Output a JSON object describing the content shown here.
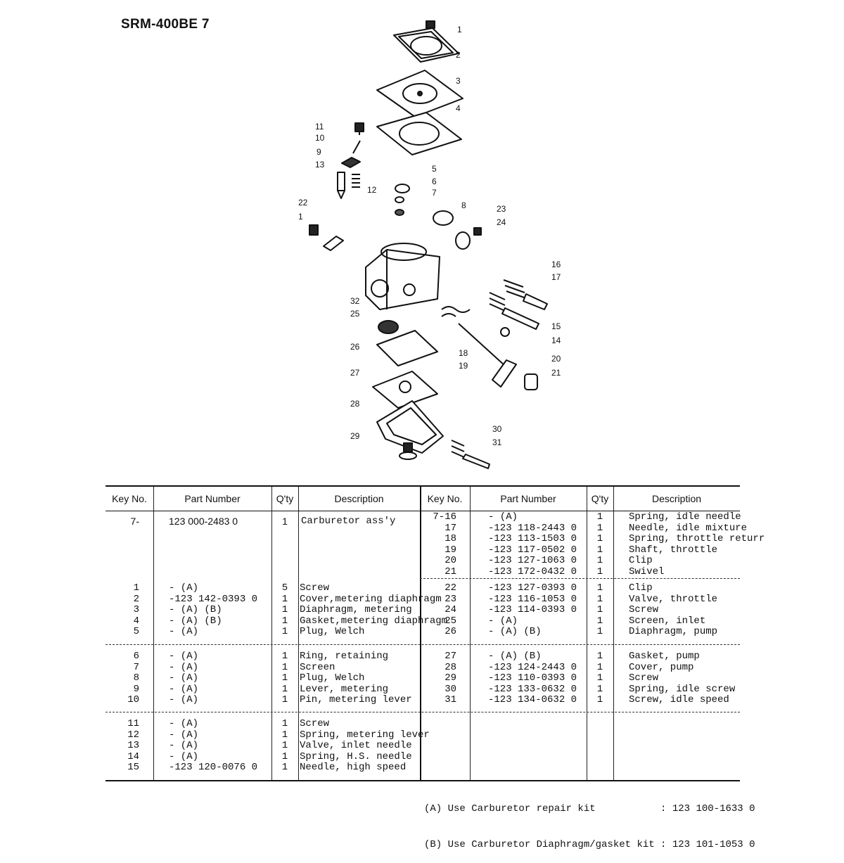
{
  "page_title": "SRM-400BE 7",
  "diagram": {
    "callouts": [
      "1",
      "2",
      "3",
      "4",
      "5",
      "6",
      "7",
      "8",
      "9",
      "10",
      "11",
      "12",
      "13",
      "14",
      "15",
      "16",
      "17",
      "18",
      "19",
      "20",
      "21",
      "22",
      "1",
      "23",
      "24",
      "25",
      "26",
      "27",
      "28",
      "29",
      "30",
      "31",
      "32"
    ]
  },
  "table": {
    "headers": {
      "key_no": "Key No.",
      "part_number": "Part Number",
      "qty": "Q'ty",
      "description": "Description"
    },
    "left_groups": [
      {
        "rows": [
          {
            "key": "7-",
            "part": "123 000-2483 0",
            "qty": "1",
            "desc": "Carburetor ass'y"
          }
        ]
      },
      {
        "rows": [
          {
            "key": "1",
            "part": "- (A)",
            "qty": "5",
            "desc": "Screw"
          },
          {
            "key": "2",
            "part": "-123 142-0393 0",
            "qty": "1",
            "desc": "Cover,metering diaphragm"
          },
          {
            "key": "3",
            "part": "- (A) (B)",
            "qty": "1",
            "desc": "Diaphragm, metering"
          },
          {
            "key": "4",
            "part": "- (A) (B)",
            "qty": "1",
            "desc": "Gasket,metering diaphragm"
          },
          {
            "key": "5",
            "part": "- (A)",
            "qty": "1",
            "desc": "Plug, Welch"
          }
        ]
      },
      {
        "rows": [
          {
            "key": "6",
            "part": "- (A)",
            "qty": "1",
            "desc": "Ring, retaining"
          },
          {
            "key": "7",
            "part": "- (A)",
            "qty": "1",
            "desc": "Screen"
          },
          {
            "key": "8",
            "part": "- (A)",
            "qty": "1",
            "desc": "Plug, Welch"
          },
          {
            "key": "9",
            "part": "- (A)",
            "qty": "1",
            "desc": "Lever, metering"
          },
          {
            "key": "10",
            "part": "- (A)",
            "qty": "1",
            "desc": "Pin, metering lever"
          }
        ]
      },
      {
        "rows": [
          {
            "key": "11",
            "part": "- (A)",
            "qty": "1",
            "desc": "Screw"
          },
          {
            "key": "12",
            "part": "- (A)",
            "qty": "1",
            "desc": "Spring, metering lever"
          },
          {
            "key": "13",
            "part": "- (A)",
            "qty": "1",
            "desc": "Valve, inlet needle"
          },
          {
            "key": "14",
            "part": "- (A)",
            "qty": "1",
            "desc": "Spring, H.S. needle"
          },
          {
            "key": "15",
            "part": "-123 120-0076 0",
            "qty": "1",
            "desc": "Needle, high speed"
          }
        ]
      }
    ],
    "right_groups": [
      {
        "rows": [
          {
            "key": "7-16",
            "part": "- (A)",
            "qty": "1",
            "desc": "Spring, idle needle"
          },
          {
            "key": "17",
            "part": "-123 118-2443 0",
            "qty": "1",
            "desc": "Needle, idle mixture"
          },
          {
            "key": "18",
            "part": "-123 113-1503 0",
            "qty": "1",
            "desc": "Spring, throttle returr"
          },
          {
            "key": "19",
            "part": "-123 117-0502 0",
            "qty": "1",
            "desc": "Shaft, throttle"
          },
          {
            "key": "20",
            "part": "-123 127-1063 0",
            "qty": "1",
            "desc": "Clip"
          },
          {
            "key": "21",
            "part": "-123 172-0432 0",
            "qty": "1",
            "desc": "Swivel"
          }
        ]
      },
      {
        "rows": [
          {
            "key": "22",
            "part": "-123 127-0393 0",
            "qty": "1",
            "desc": "Clip"
          },
          {
            "key": "23",
            "part": "-123 116-1053 0",
            "qty": "1",
            "desc": "Valve, throttle"
          },
          {
            "key": "24",
            "part": "-123 114-0393 0",
            "qty": "1",
            "desc": "Screw"
          },
          {
            "key": "25",
            "part": "- (A)",
            "qty": "1",
            "desc": "Screen, inlet"
          },
          {
            "key": "26",
            "part": "- (A) (B)",
            "qty": "1",
            "desc": "Diaphragm, pump"
          }
        ]
      },
      {
        "rows": [
          {
            "key": "27",
            "part": "- (A) (B)",
            "qty": "1",
            "desc": "Gasket, pump"
          },
          {
            "key": "28",
            "part": "-123 124-2443 0",
            "qty": "1",
            "desc": "Cover, pump"
          },
          {
            "key": "29",
            "part": "-123 110-0393 0",
            "qty": "1",
            "desc": "Screw"
          },
          {
            "key": "30",
            "part": "-123 133-0632 0",
            "qty": "1",
            "desc": "Spring, idle screw"
          },
          {
            "key": "31",
            "part": "-123 134-0632 0",
            "qty": "1",
            "desc": "Screw, idle speed"
          }
        ]
      }
    ]
  },
  "notes": [
    "(A) Use Carburetor repair kit           : 123 100-1633 0",
    "(B) Use Carburetor Diaphragm/gasket kit : 123 101-1053 0"
  ]
}
